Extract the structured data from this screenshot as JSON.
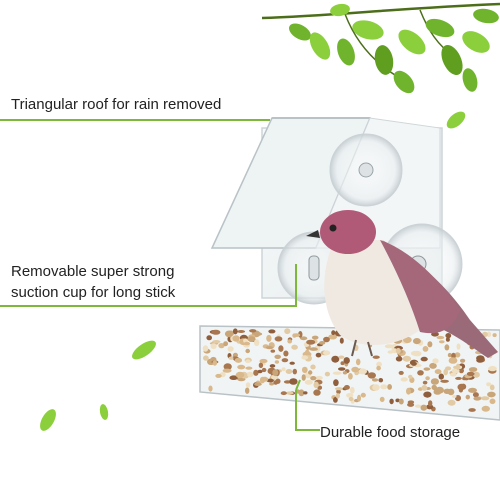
{
  "annotations": {
    "roof": "Triangular roof for rain removed",
    "suction_line1": "Removable super strong",
    "suction_line2": "suction cup for long stick",
    "storage": "Durable food storage"
  },
  "colors": {
    "callout_line": "#7db83a",
    "leaf_dark": "#5f9e1f",
    "leaf_light": "#8ccf3c",
    "acrylic_edge": "#b9c2c6",
    "bird_head": "#b05a78",
    "bird_wing": "#9b6a78",
    "bird_breast": "#efe9e2"
  },
  "icons": [
    "leaf-branch-icon",
    "suction-cup-icon",
    "bird-icon",
    "seed-icon"
  ]
}
